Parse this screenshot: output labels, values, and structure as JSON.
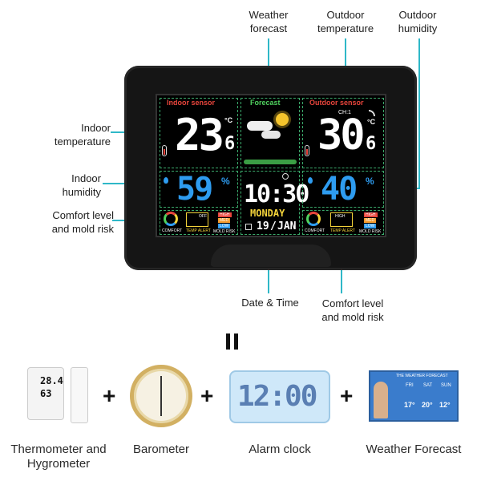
{
  "callouts": {
    "weather_forecast": "Weather forecast",
    "outdoor_temperature": "Outdoor temperature",
    "outdoor_humidity": "Outdoor humidity",
    "indoor_temperature": "Indoor temperature",
    "indoor_humidity": "Indoor humidity",
    "comfort_left": "Comfort level and mold risk",
    "date_time": "Date & Time",
    "comfort_right": "Comfort level and mold risk"
  },
  "screen": {
    "indoor_label": "Indoor sensor",
    "forecast_label": "Forecast",
    "outdoor_label": "Outdoor sensor",
    "channel": "CH:1",
    "indoor_temp_main": "23",
    "indoor_temp_decimal": "6",
    "outdoor_temp_main": "30",
    "outdoor_temp_decimal": "6",
    "temp_unit": "°C",
    "indoor_humidity": "59",
    "outdoor_humidity": "40",
    "humidity_unit": "%",
    "time": "10:30",
    "weekday": "MONDAY",
    "day": "19",
    "month": "JAN",
    "comfort_text": "COMFORT",
    "temp_alert_text": "TEMP ALERT",
    "mold_risk_text": "MOLD RISK",
    "off_text": "OFF",
    "high_text": "HIGH",
    "med_text": "MED",
    "low_text": "LOW"
  },
  "products": [
    {
      "label": "Thermometer and Hygrometer"
    },
    {
      "label": "Barometer"
    },
    {
      "label": "Alarm clock"
    },
    {
      "label": "Weather Forecast"
    }
  ],
  "product_screens": {
    "thermo_temp": "28.4",
    "thermo_hum": "63",
    "clock_time": "12:00",
    "forecast_title": "THE WEATHER FORECAST",
    "forecast_days": [
      "FRI",
      "SAT",
      "SUN"
    ],
    "forecast_temps": [
      "17°",
      "20°",
      "12°"
    ]
  },
  "plus_symbol": "+",
  "colors": {
    "callout_line": "#2fb8c8",
    "indoor_label": "#e8453c",
    "forecast_label": "#4fd15e",
    "outdoor_label": "#e8453c",
    "humidity_digits": "#2e9cf0",
    "time_digits": "#ffffff",
    "weekday": "#f3d33a"
  }
}
